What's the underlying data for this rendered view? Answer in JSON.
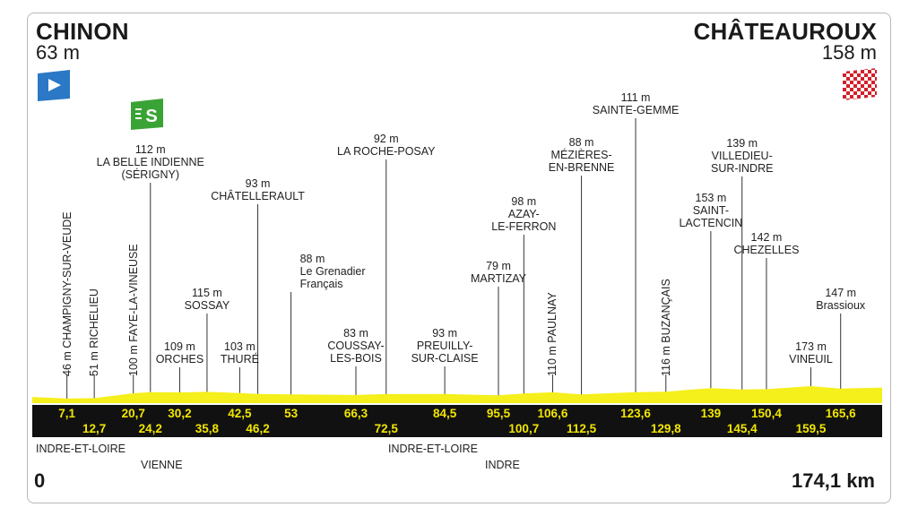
{
  "start": {
    "name": "CHINON",
    "altitude": "63 m"
  },
  "finish": {
    "name": "CHÂTEAUROUX",
    "altitude": "158 m"
  },
  "sprint_badge_text": "S",
  "distance_start": "0",
  "distance_end": "174,1 km",
  "points": [
    {
      "km": 7.1,
      "top_label": "7,1",
      "alt": "46 m",
      "name": "CHAMPIGNY-SUR-VEUDE",
      "orient": "v"
    },
    {
      "km": 12.7,
      "bot_label": "12,7",
      "alt": "51 m",
      "name": "RICHELIEU",
      "orient": "v"
    },
    {
      "km": 20.7,
      "top_label": "20,7",
      "alt": "100 m",
      "name": "FAYE-LA-VINEUSE",
      "orient": "v"
    },
    {
      "km": 24.2,
      "bot_label": "24,2",
      "alt": "112 m",
      "name": "LA BELLE INDIENNE\n(SÉRIGNY)",
      "orient": "h",
      "sprint": true
    },
    {
      "km": 30.2,
      "top_label": "30,2",
      "alt": "109 m",
      "name": "ORCHES",
      "orient": "h"
    },
    {
      "km": 35.8,
      "bot_label": "35,8",
      "alt": "115 m",
      "name": "SOSSAY",
      "orient": "h"
    },
    {
      "km": 42.5,
      "top_label": "42,5",
      "alt": "103 m",
      "name": "THURÉ",
      "orient": "h"
    },
    {
      "km": 46.2,
      "bot_label": "46,2",
      "alt": "93 m",
      "name": "CHÂTELLERAULT",
      "orient": "h"
    },
    {
      "km": 53,
      "top_label": "53",
      "alt": "88 m",
      "name": "Le Grenadier\nFrançais",
      "orient": "h",
      "align": "left"
    },
    {
      "km": 66.3,
      "top_label": "66,3",
      "alt": "83 m",
      "name": "COUSSAY-\nLES-BOIS",
      "orient": "h"
    },
    {
      "km": 72.5,
      "bot_label": "72,5",
      "alt": "92 m",
      "name": "LA ROCHE-POSAY",
      "orient": "h"
    },
    {
      "km": 84.5,
      "top_label": "84,5",
      "alt": "93 m",
      "name": "PREUILLY-\nSUR-CLAISE",
      "orient": "h"
    },
    {
      "km": 95.5,
      "top_label": "95,5",
      "alt": "79 m",
      "name": "MARTIZAY",
      "orient": "h"
    },
    {
      "km": 100.7,
      "bot_label": "100,7",
      "alt": "98 m",
      "name": "AZAY-\nLE-FERRON",
      "orient": "h"
    },
    {
      "km": 106.6,
      "top_label": "106,6",
      "alt": "110 m",
      "name": "PAULNAY",
      "orient": "v"
    },
    {
      "km": 112.5,
      "bot_label": "112,5",
      "alt": "88 m",
      "name": "MÉZIÈRES-\nEN-BRENNE",
      "orient": "h"
    },
    {
      "km": 123.6,
      "top_label": "123,6",
      "alt": "111 m",
      "name": "SAINTE-GEMME",
      "orient": "h"
    },
    {
      "km": 129.8,
      "bot_label": "129,8",
      "alt": "116 m",
      "name": "BUZANÇAIS",
      "orient": "v"
    },
    {
      "km": 139,
      "top_label": "139",
      "alt": "153 m",
      "name": "SAINT-\nLACTENCIN",
      "orient": "h"
    },
    {
      "km": 145.4,
      "bot_label": "145,4",
      "alt": "139 m",
      "name": "VILLEDIEU-\nSUR-INDRE",
      "orient": "h"
    },
    {
      "km": 150.4,
      "top_label": "150,4",
      "alt": "142 m",
      "name": "CHEZELLES",
      "orient": "h"
    },
    {
      "km": 159.5,
      "bot_label": "159,5",
      "alt": "173 m",
      "name": "VINEUIL",
      "orient": "h"
    },
    {
      "km": 165.6,
      "top_label": "165,6",
      "alt": "147 m",
      "name": "Brassioux",
      "orient": "h"
    }
  ],
  "regions": [
    {
      "name": "INDRE-ET-LOIRE",
      "row": 1
    },
    {
      "name": "VIENNE",
      "row": 2
    },
    {
      "name": "INDRE-ET-LOIRE",
      "row": 1
    },
    {
      "name": "INDRE",
      "row": 2
    }
  ],
  "colors": {
    "profile_fill": "#f5ef1c",
    "km_bar": "#111111",
    "km_text": "#f2e600",
    "start_flag": "#2b78c6",
    "sprint": "#3aa335",
    "finish_flag": "#d2202a"
  }
}
